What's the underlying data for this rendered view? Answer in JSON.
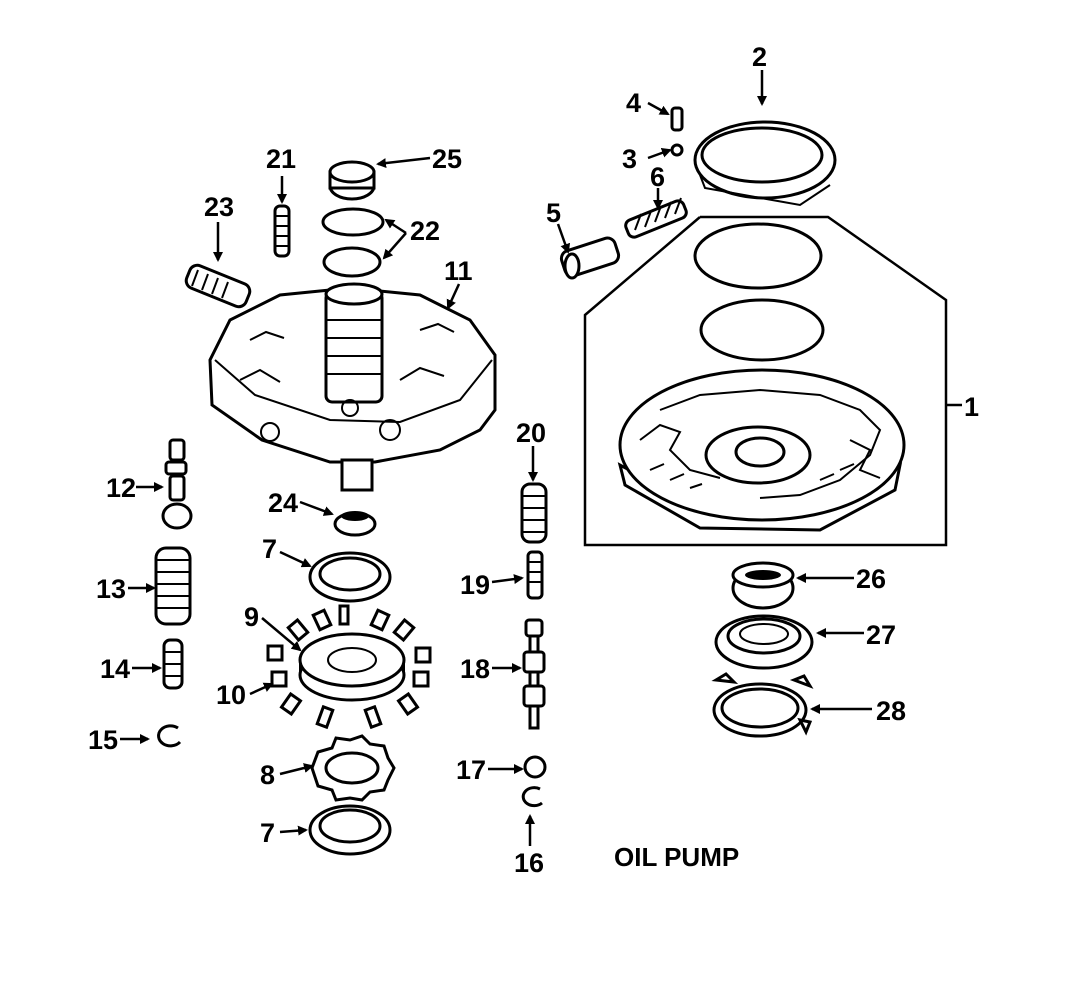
{
  "title": "OIL PUMP",
  "callouts": {
    "c1": "1",
    "c2": "2",
    "c3": "3",
    "c4": "4",
    "c5": "5",
    "c6": "6",
    "c7a": "7",
    "c7b": "7",
    "c8": "8",
    "c9": "9",
    "c10": "10",
    "c11": "11",
    "c12": "12",
    "c13": "13",
    "c14": "14",
    "c15": "15",
    "c16": "16",
    "c17": "17",
    "c18": "18",
    "c19": "19",
    "c20": "20",
    "c21": "21",
    "c22": "22",
    "c23": "23",
    "c24": "24",
    "c25": "25",
    "c26": "26",
    "c27": "27",
    "c28": "28"
  },
  "colors": {
    "ink": "#000000",
    "paper": "#ffffff"
  }
}
